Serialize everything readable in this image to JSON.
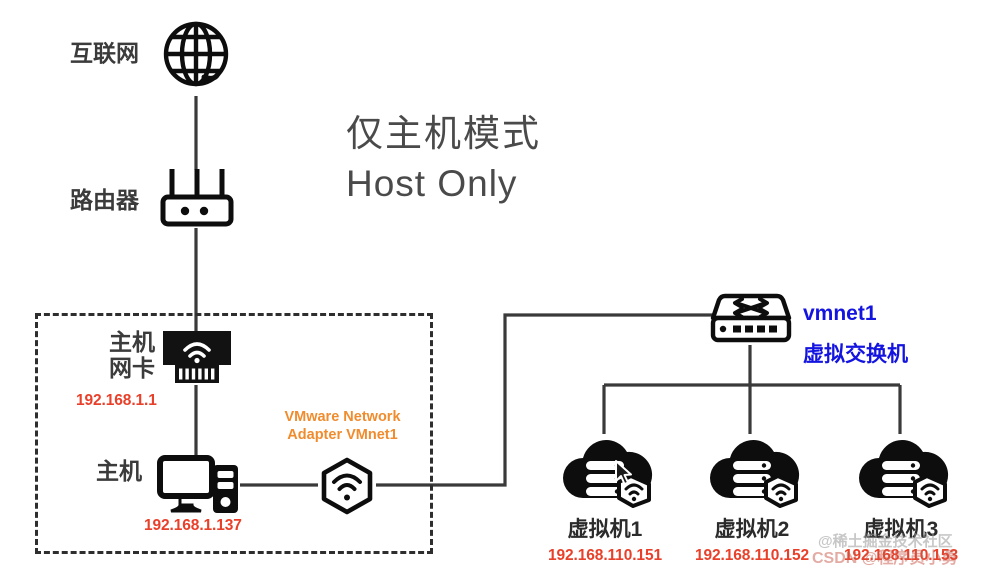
{
  "title": {
    "line1": "仅主机模式",
    "line2": "Host Only"
  },
  "nodes": {
    "internet": {
      "label": "互联网",
      "icon": "globe-icon"
    },
    "router": {
      "label": "路由器",
      "icon": "router-icon"
    },
    "host_nic": {
      "label": "主机\n网卡",
      "ip": "192.168.1.1",
      "icon": "network-card-icon"
    },
    "host": {
      "label": "主机",
      "ip": "192.168.1.137",
      "icon": "desktop-computer-icon"
    },
    "vmnet_adapter": {
      "label": "VMware Network\nAdapter VMnet1",
      "icon": "hex-wifi-icon"
    },
    "switch": {
      "name": "vmnet1",
      "subtitle": "虚拟交换机",
      "icon": "network-switch-icon"
    }
  },
  "vms": [
    {
      "name": "虚拟机1",
      "ip": "192.168.110.151",
      "icon": "cloud-server-icon"
    },
    {
      "name": "虚拟机2",
      "ip": "192.168.110.152",
      "icon": "cloud-server-icon"
    },
    {
      "name": "虚拟机3",
      "ip": "192.168.110.153",
      "icon": "cloud-server-icon"
    }
  ],
  "watermarks": {
    "top": "@稀土掘金技术社区",
    "bottom": "CSDN @程序员小勇"
  },
  "colors": {
    "ip": "#e8402a",
    "adapter_label": "#f08c2e",
    "switch_label": "#1414e0",
    "title": "#4a4a4a",
    "line": "#3a3a3a"
  },
  "cursor": {
    "icon": "mouse-pointer-icon"
  }
}
